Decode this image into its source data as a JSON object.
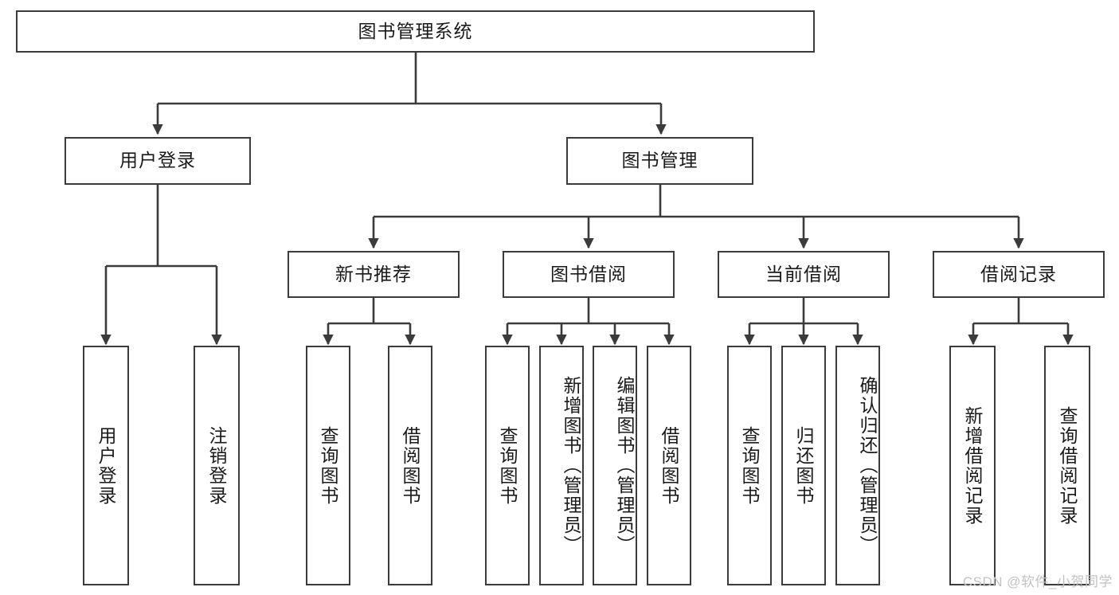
{
  "diagram": {
    "title": "图书管理系统",
    "type": "hierarchy-tree",
    "root": {
      "id": "root",
      "label": "图书管理系统",
      "orientation": "horizontal"
    },
    "level2": [
      {
        "id": "user-login",
        "label": "用户登录",
        "orientation": "horizontal"
      },
      {
        "id": "book-manage",
        "label": "图书管理",
        "orientation": "horizontal"
      }
    ],
    "level3": [
      {
        "id": "new-book-rec",
        "label": "新书推荐",
        "orientation": "horizontal",
        "parent": "book-manage"
      },
      {
        "id": "book-borrow",
        "label": "图书借阅",
        "orientation": "horizontal",
        "parent": "book-manage"
      },
      {
        "id": "current-borrow",
        "label": "当前借阅",
        "orientation": "horizontal",
        "parent": "book-manage"
      },
      {
        "id": "borrow-record",
        "label": "借阅记录",
        "orientation": "horizontal",
        "parent": "book-manage"
      }
    ],
    "leaves": [
      {
        "id": "leaf-user-login",
        "label": "用户登录",
        "parent": "user-login"
      },
      {
        "id": "leaf-user-logout",
        "label": "注销登录",
        "parent": "user-login"
      },
      {
        "id": "leaf-query-book-1",
        "label": "查询图书",
        "parent": "new-book-rec"
      },
      {
        "id": "leaf-borrow-book-1",
        "label": "借阅图书",
        "parent": "new-book-rec"
      },
      {
        "id": "leaf-query-book-2",
        "label": "查询图书",
        "parent": "book-borrow"
      },
      {
        "id": "leaf-add-book",
        "label": "新增图书（管理员）",
        "parent": "book-borrow"
      },
      {
        "id": "leaf-edit-book",
        "label": "编辑图书（管理员）",
        "parent": "book-borrow"
      },
      {
        "id": "leaf-borrow-book-2",
        "label": "借阅图书",
        "parent": "book-borrow"
      },
      {
        "id": "leaf-query-book-3",
        "label": "查询图书",
        "parent": "current-borrow"
      },
      {
        "id": "leaf-return-book",
        "label": "归还图书",
        "parent": "current-borrow"
      },
      {
        "id": "leaf-confirm-return",
        "label": "确认归还（管理员）",
        "parent": "current-borrow"
      },
      {
        "id": "leaf-add-record",
        "label": "新增借阅记录",
        "parent": "borrow-record"
      },
      {
        "id": "leaf-query-record",
        "label": "查询借阅记录",
        "parent": "borrow-record"
      }
    ],
    "colors": {
      "border": "#3b3b3b",
      "background": "#ffffff",
      "text": "#1a1a1a",
      "edge": "#3b3b3b",
      "watermark": "#c2c2c2"
    }
  },
  "watermark": {
    "text": "CSDN @软件_小贺同学"
  }
}
